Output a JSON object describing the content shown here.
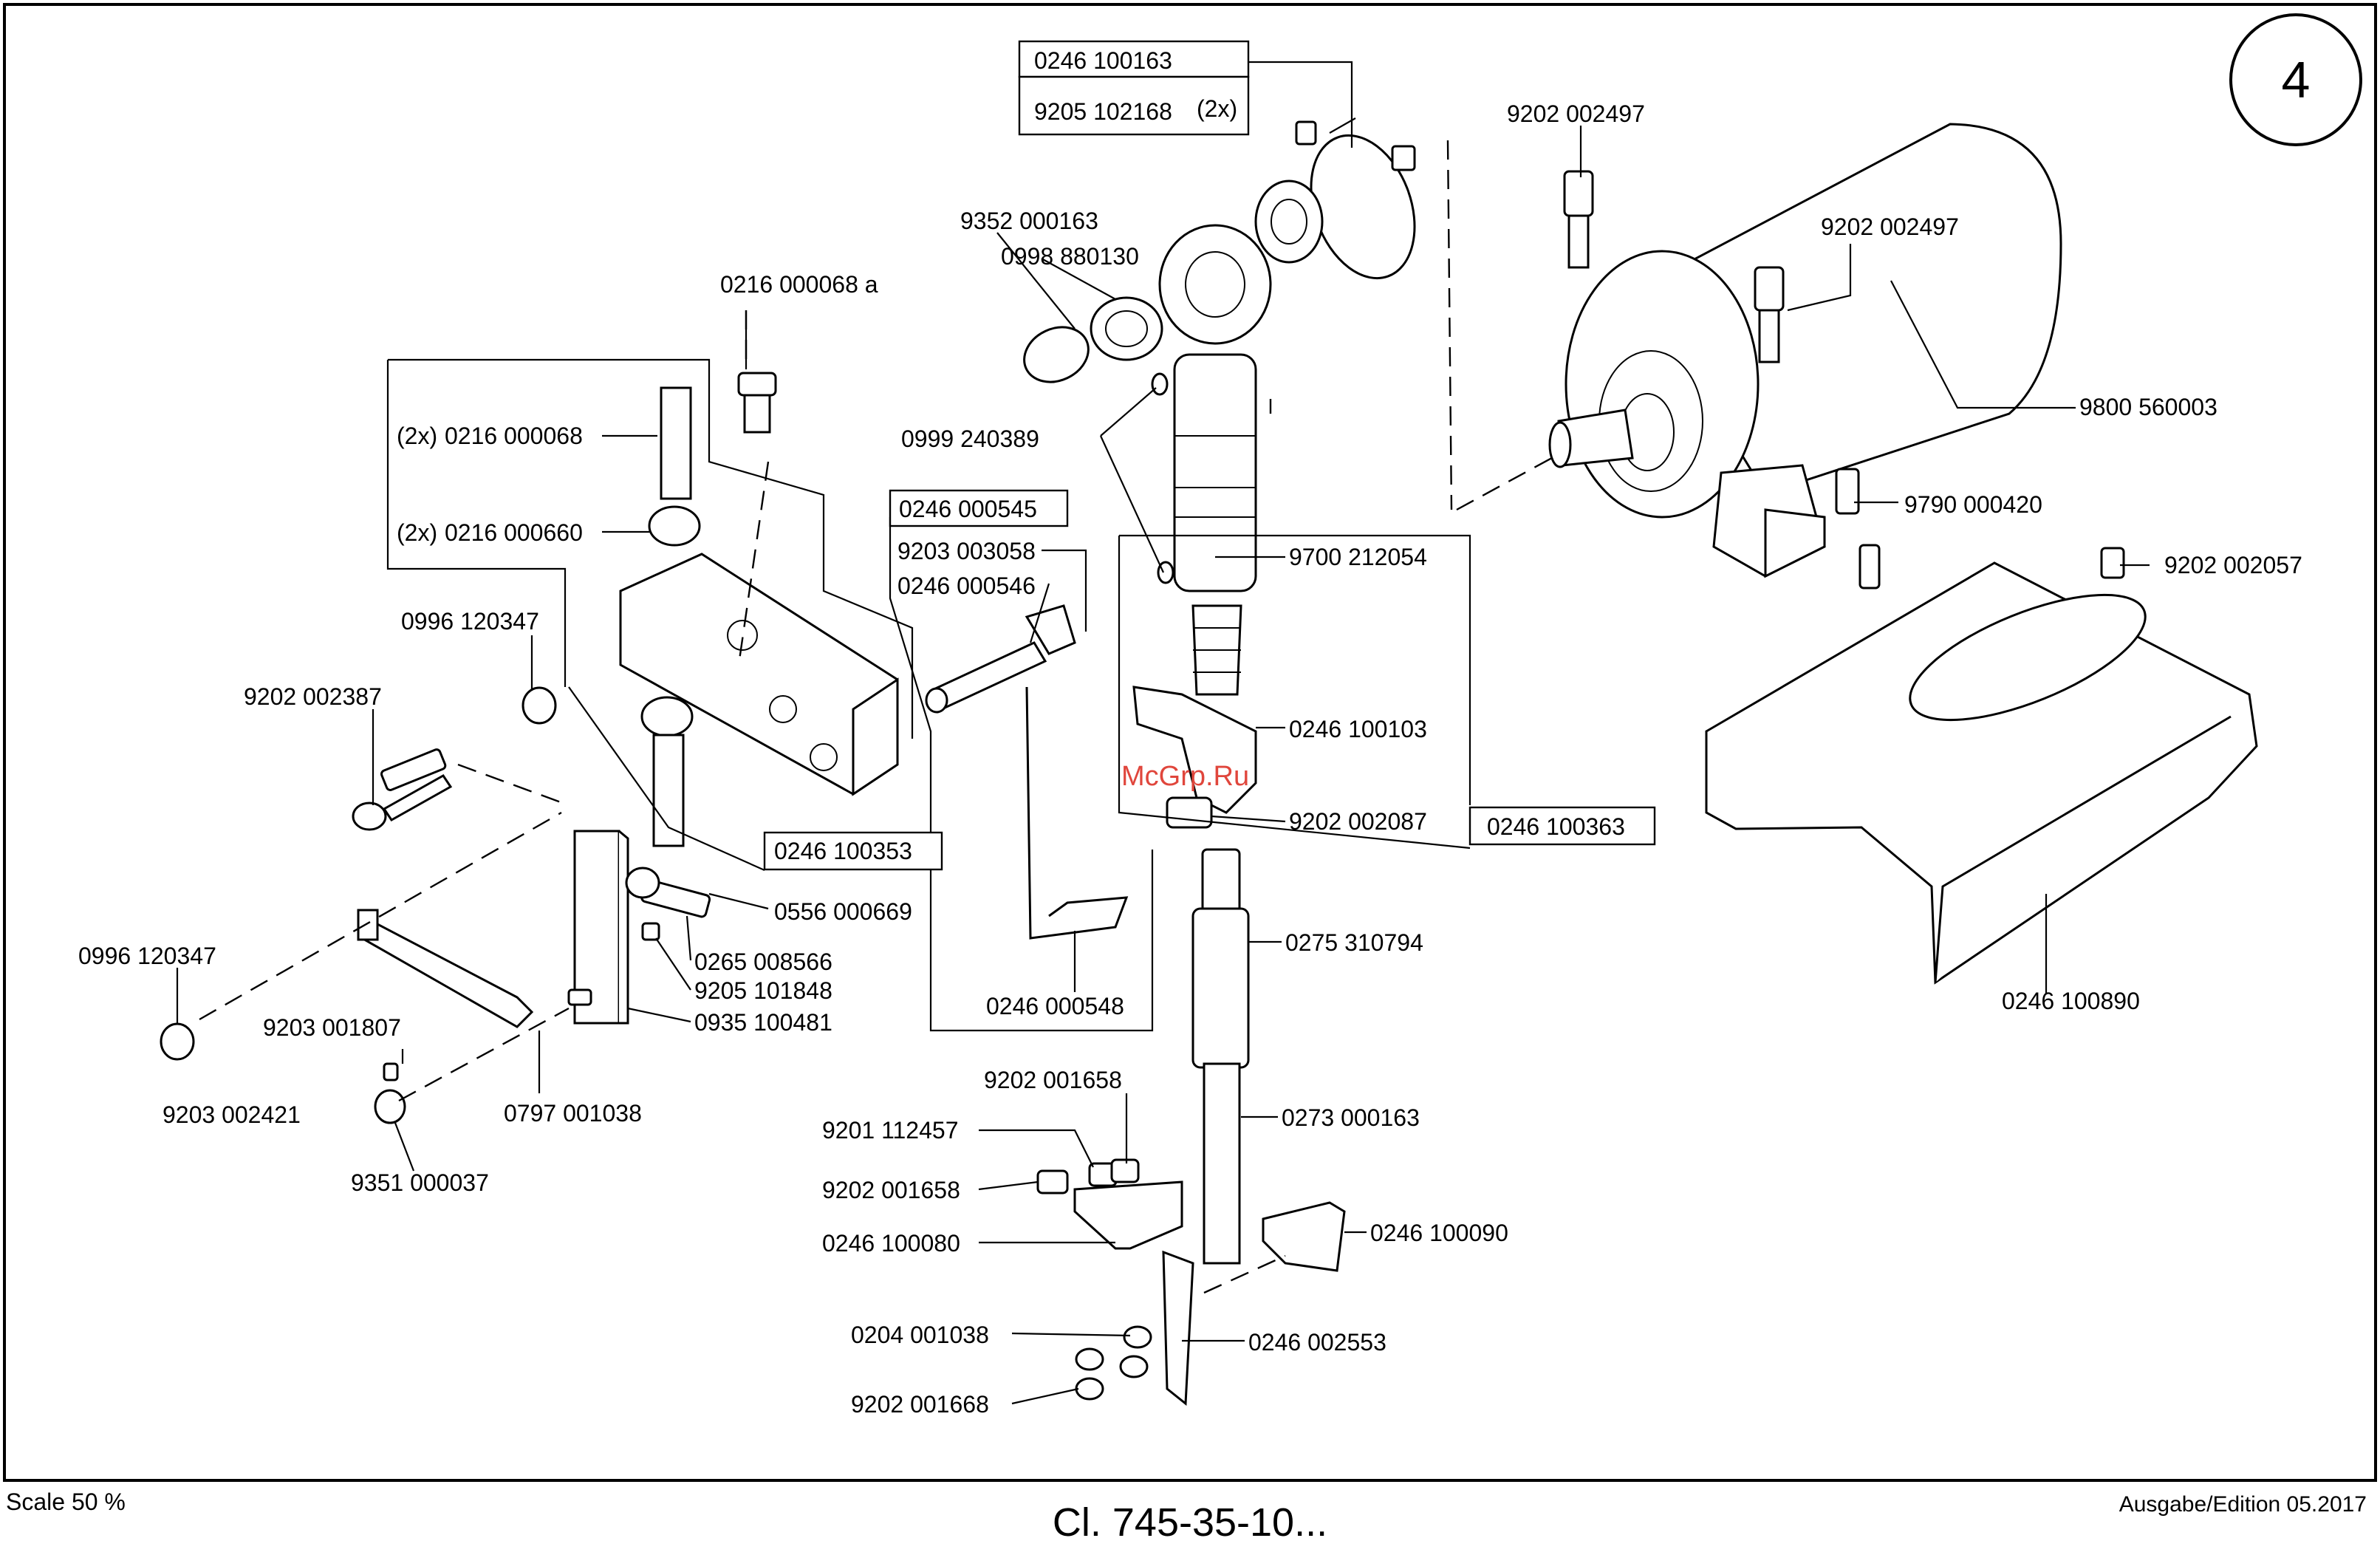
{
  "page_number": "4",
  "watermark": "McGrp.Ru",
  "footer": {
    "scale": "Scale 50 %",
    "title": "Cl. 745-35-10...",
    "edition": "Ausgabe/Edition  05.2017"
  },
  "labels": {
    "l01": "0246 100163",
    "l02": "9205 102168",
    "l02q": "(2x)",
    "l03": "9202 002497",
    "l04": "9202 002497",
    "l05": "9800 560003",
    "l06": "9790 000420",
    "l07": "9202 002057",
    "l08": "0246 100890",
    "l09": "9352 000163",
    "l10": "0998 880130",
    "l11": "0999 240389",
    "l12": "0216 000068 a",
    "l13q": "(2x)",
    "l13": "0216 000068",
    "l14q": "(2x)",
    "l14": "0216 000660",
    "l15": "0996 120347",
    "l16": "9202 002387",
    "l17": "0246 000545",
    "l18": "9203 003058",
    "l19": "0246 000546",
    "l20": "9700 212054",
    "l21": "0246 100103",
    "l22": "9202 002087",
    "l23": "0246 100363",
    "l24": "0246 100353",
    "l25": "0556 000669",
    "l26": "0265 008566",
    "l27": "9205 101848",
    "l28": "0935 100481",
    "l29": "0996 120347",
    "l30": "9203 001807",
    "l31": "9203 002421",
    "l32": "0797 001038",
    "l33": "9351 000037",
    "l34": "0246 000548",
    "l35": "0275 310794",
    "l36": "0273 000163",
    "l37": "9202 001658",
    "l38": "9201 112457",
    "l39": "9202 001658",
    "l40": "0246 100080",
    "l41": "0246 100090",
    "l42": "0204 001038",
    "l43": "0246 002553",
    "l44": "9202 001668"
  }
}
